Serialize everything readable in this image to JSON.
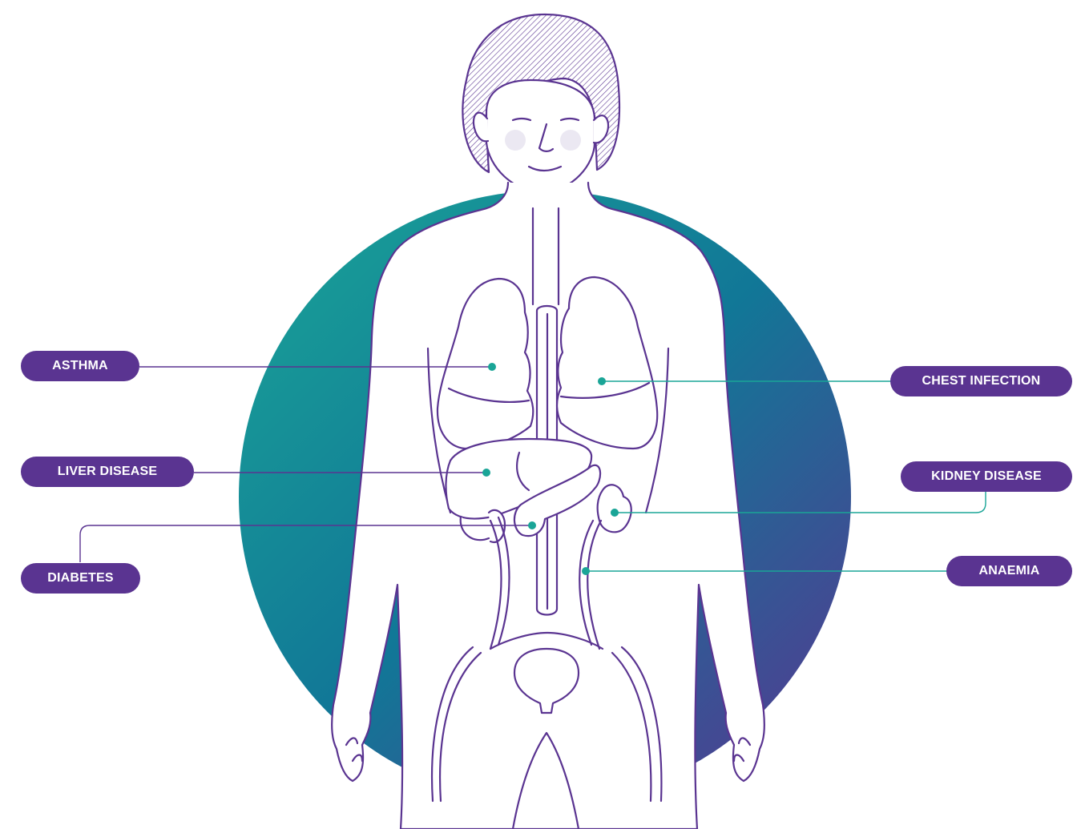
{
  "labels": {
    "asthma": "ASTHMA",
    "liver_disease": "LIVER DISEASE",
    "diabetes": "DIABETES",
    "chest_infection": "CHEST INFECTION",
    "kidney_disease": "KIDNEY DISEASE",
    "anaemia": "ANAEMIA"
  },
  "colors": {
    "outline": "#5a3491",
    "leader_left": "#5a3491",
    "leader_right": "#1aa597",
    "marker": "#1aa597",
    "gradient_start": "#1aa597",
    "gradient_mid": "#117797",
    "gradient_end": "#5a3491",
    "cheek": "#ebe8f2"
  }
}
